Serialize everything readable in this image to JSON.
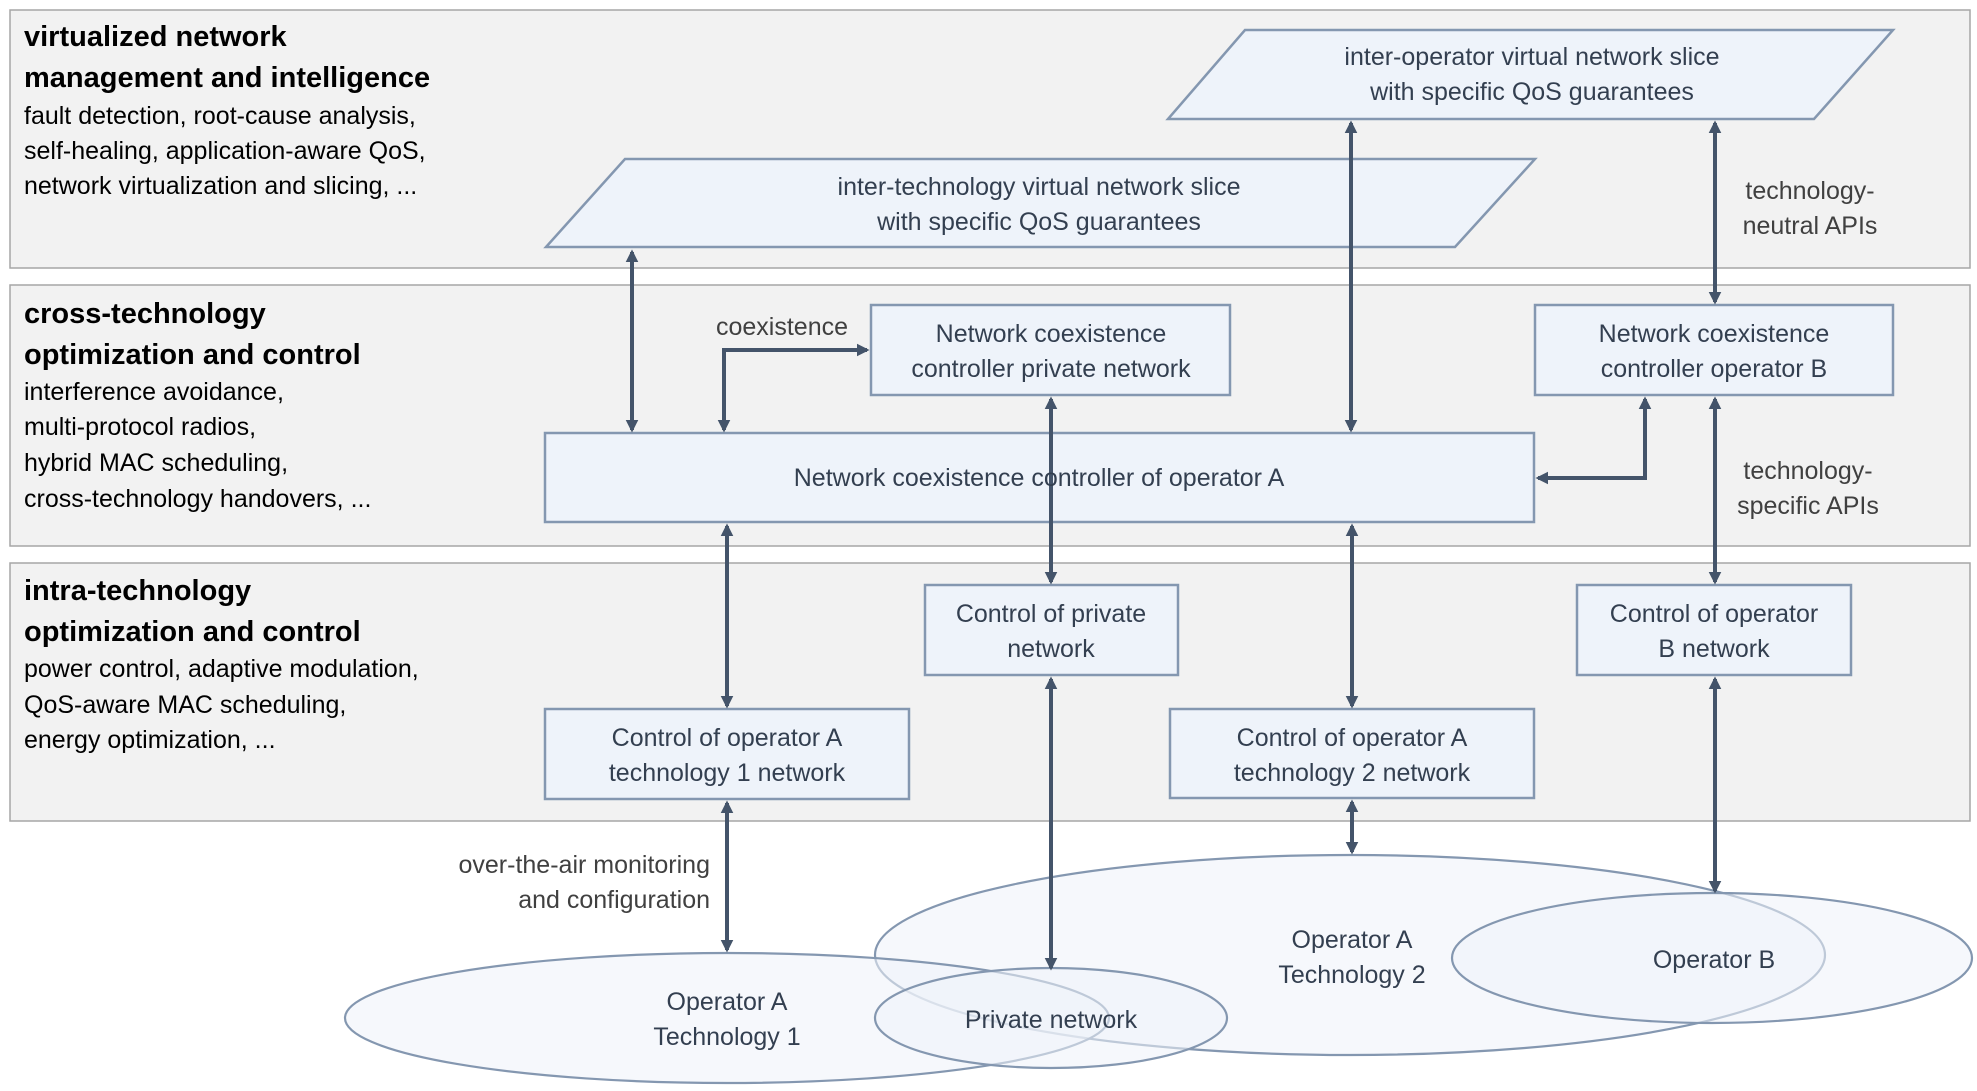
{
  "layers": [
    {
      "title_line1": "virtualized network",
      "title_line2": "management and intelligence",
      "desc": [
        "fault detection, root-cause analysis,",
        "self-healing, application-aware QoS,",
        "network virtualization and slicing, ..."
      ]
    },
    {
      "title_line1": "cross-technology",
      "title_line2": "optimization and control",
      "desc": [
        "interference avoidance,",
        "multi-protocol radios,",
        "hybrid MAC scheduling,",
        "cross-technology handovers, ..."
      ]
    },
    {
      "title_line1": "intra-technology",
      "title_line2": "optimization and control",
      "desc": [
        "power control, adaptive modulation,",
        "QoS-aware MAC scheduling,",
        "energy optimization, ..."
      ]
    }
  ],
  "slices": {
    "inter_operator": [
      "inter-operator virtual network slice",
      "with specific QoS guarantees"
    ],
    "inter_technology": [
      "inter-technology virtual network slice",
      "with specific QoS guarantees"
    ]
  },
  "controllers": {
    "private": [
      "Network coexistence",
      "controller private network"
    ],
    "operator_b": [
      "Network coexistence",
      "controller operator B"
    ],
    "operator_a": "Network coexistence controller of operator A"
  },
  "controls": {
    "private": [
      "Control of private",
      "network"
    ],
    "operator_b": [
      "Control of operator",
      "B network"
    ],
    "op_a_tech1": [
      "Control of operator A",
      "technology 1 network"
    ],
    "op_a_tech2": [
      "Control of operator A",
      "technology 2 network"
    ]
  },
  "networks": {
    "op_a_tech1": [
      "Operator A",
      "Technology 1"
    ],
    "op_a_tech2": [
      "Operator A",
      "Technology 2"
    ],
    "private": "Private network",
    "operator_b": "Operator B"
  },
  "annotations": {
    "coexistence": "coexistence",
    "neutral_apis": [
      "technology-",
      "neutral APIs"
    ],
    "specific_apis": [
      "technology-",
      "specific APIs"
    ],
    "ota": [
      "over-the-air monitoring",
      "and configuration"
    ]
  },
  "colors": {
    "layer_fill": "#f2f2f2",
    "layer_border": "#a6a6a6",
    "node_fill": "#eef3fa",
    "node_border": "#8497b0",
    "arrow": "#44546a"
  }
}
